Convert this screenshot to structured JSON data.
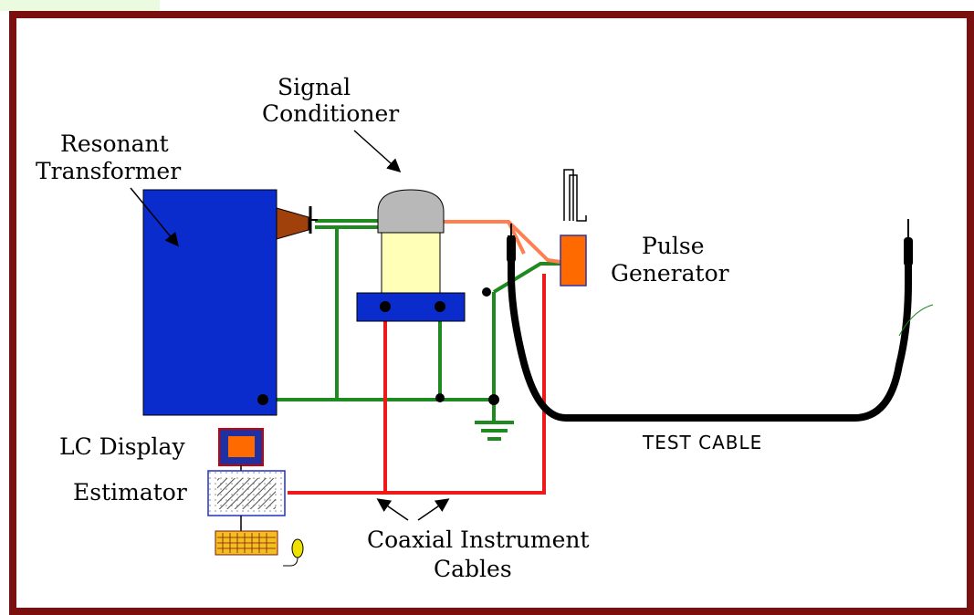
{
  "labels": {
    "resonant_transformer": [
      "Resonant",
      "Transformer"
    ],
    "signal_conditioner": [
      "Signal",
      "Conditioner"
    ],
    "pulse_generator": [
      "Pulse",
      "Generator"
    ],
    "lc_display": "LC Display",
    "estimator": "Estimator",
    "coaxial_cables": [
      "Coaxial Instrument",
      "Cables"
    ],
    "test_cable": "TEST CABLE"
  },
  "colors": {
    "frame": "#7a1010",
    "transformer": "#0b2ccc",
    "signal_conditioner_dome": "#b8b8b8",
    "signal_conditioner_body": "#ffffb8",
    "pulse_generator": "#ff6a00",
    "ground_wire": "#1f8a1f",
    "coax_wire": "#ee1a1a",
    "hv_lead": "#ff7f50",
    "test_cable": "#000000",
    "keyboard": "#f0c020"
  }
}
